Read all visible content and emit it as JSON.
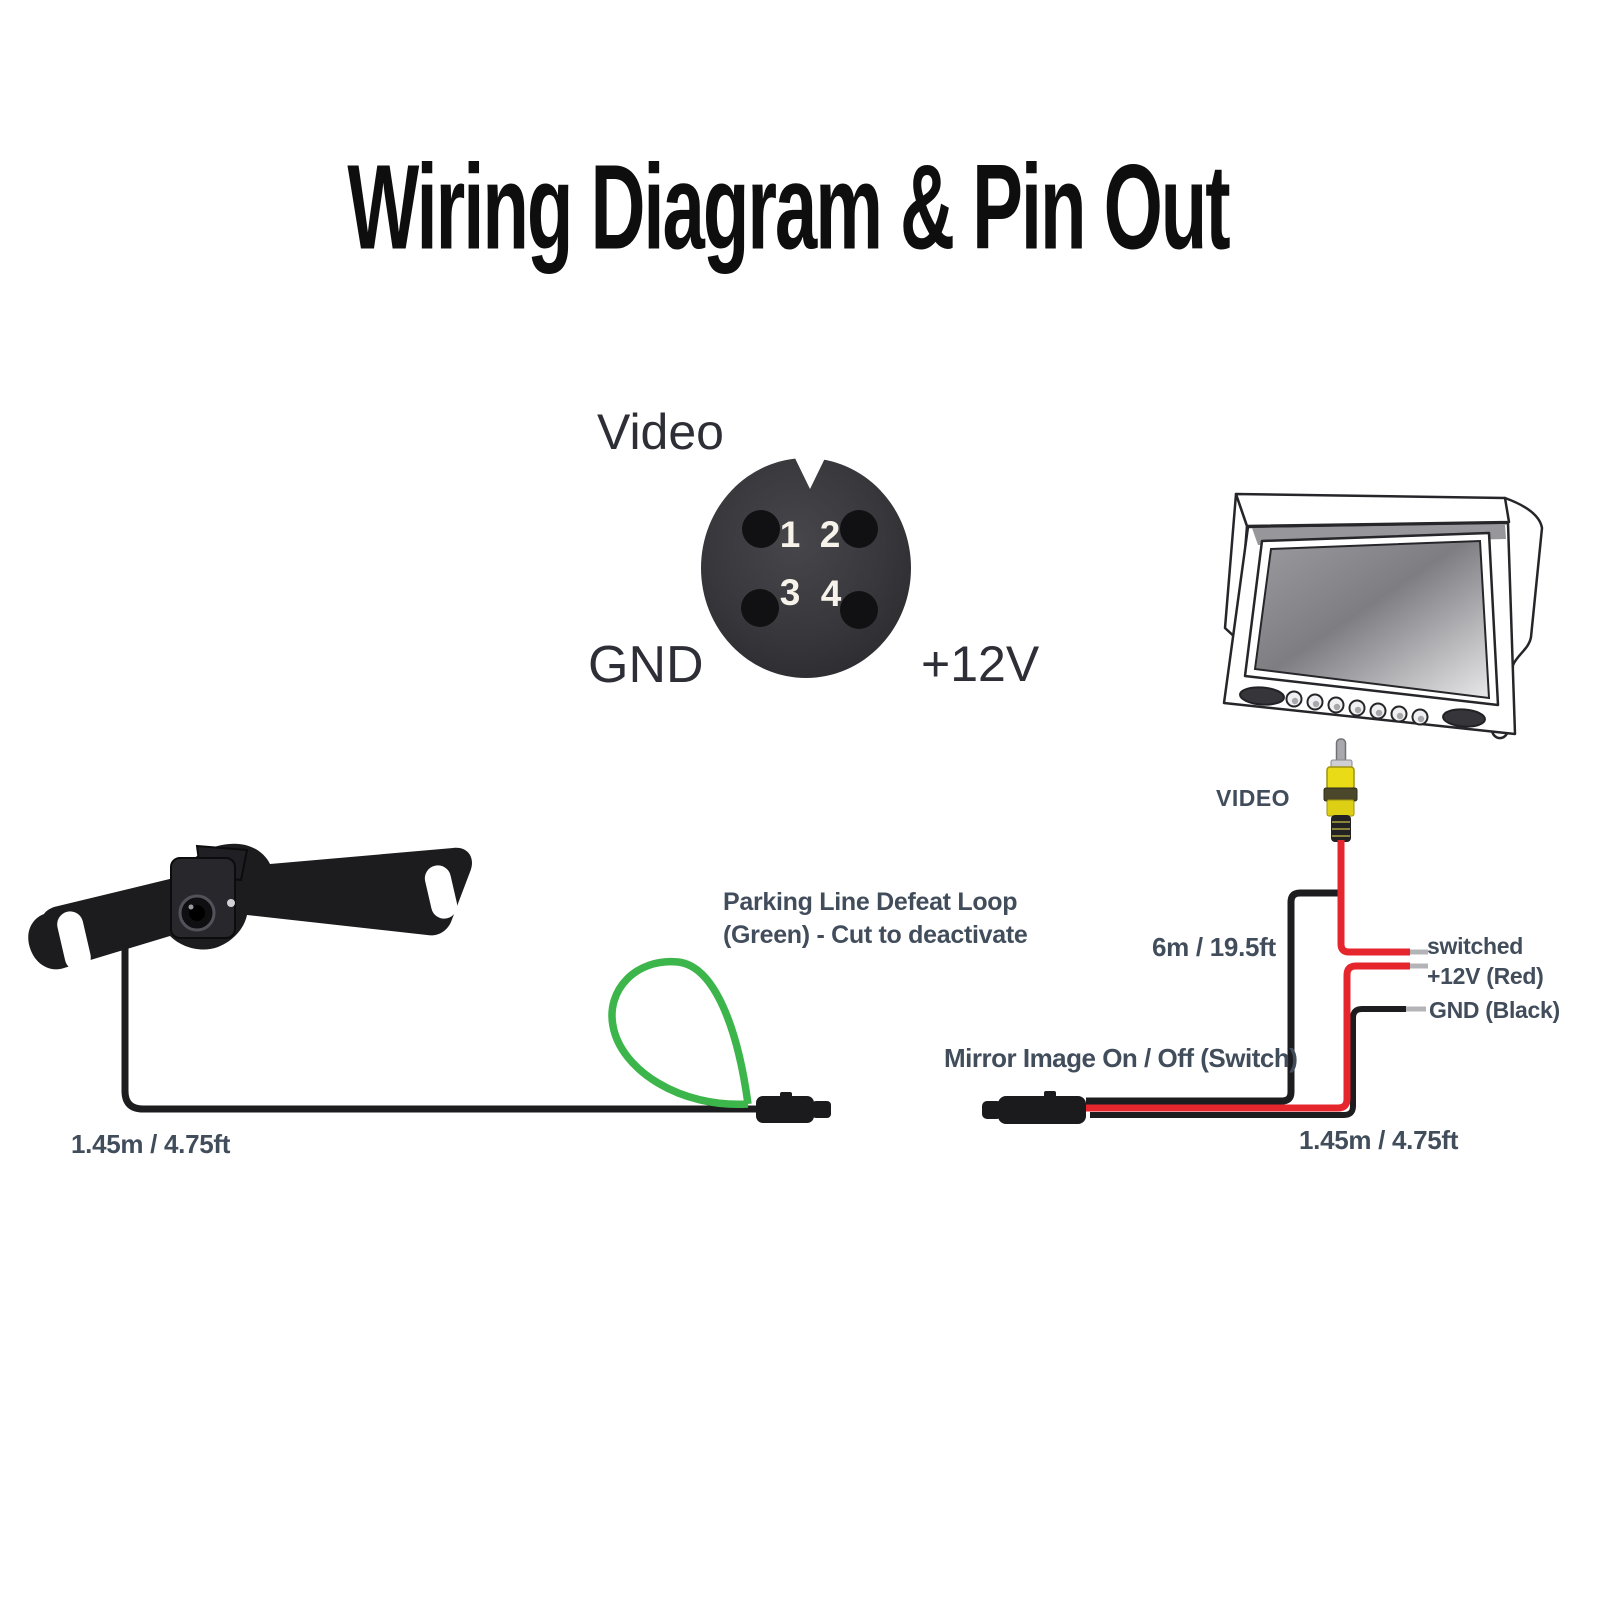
{
  "title": "Wiring Diagram & Pin Out",
  "pinout": {
    "video_label": "Video",
    "gnd_label": "GND",
    "power_label": "+12V",
    "pins": [
      "1",
      "2",
      "3",
      "4"
    ]
  },
  "monitor": {
    "video_plug_label": "VIDEO"
  },
  "camera_cable": {
    "length_label": "1.45m / 4.75ft",
    "parking_loop_line1": "Parking Line Defeat Loop",
    "parking_loop_line2": "(Green) - Cut to deactivate"
  },
  "monitor_cable": {
    "length_label": "6m / 19.5ft",
    "tail_length_label": "1.45m / 4.75ft",
    "switched_line1": "switched",
    "switched_line2": "+12V (Red)",
    "ground_label": "GND (Black)",
    "mirror_switch_label": "Mirror Image On / Off (Switch)"
  },
  "colors": {
    "wire_red": "#e5262c",
    "loop_green": "#3cb54b",
    "wire_black": "#1d1c1f",
    "label": "#424d5c",
    "title": "#0e0e0e",
    "rca_yellow": "#e9dc17"
  }
}
